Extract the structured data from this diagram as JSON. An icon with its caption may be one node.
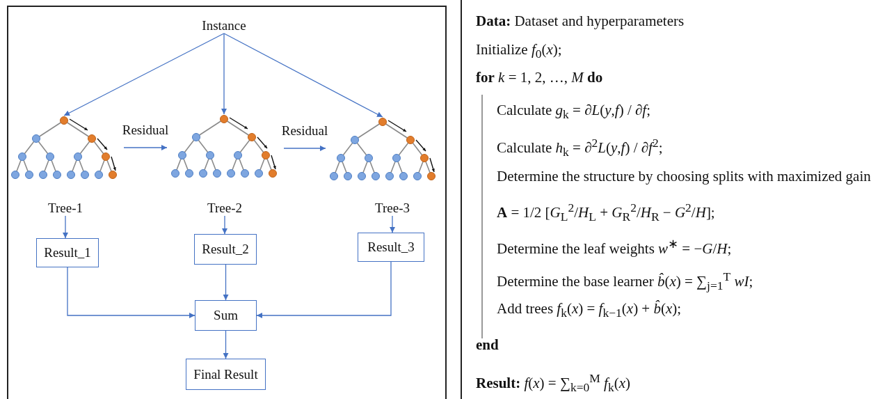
{
  "diagram": {
    "nodes": [
      {
        "text": [
          "Instance"
        ]
      },
      {
        "text": [],
        "shape": "picture"
      },
      {
        "text": [],
        "shape": "picture"
      },
      {
        "text": [],
        "shape": "picture"
      },
      {
        "text": [
          "Tree-1"
        ]
      },
      {
        "text": [
          "Tree-2"
        ]
      },
      {
        "text": [
          "Tree-3"
        ]
      },
      {
        "text": [
          "Result_1"
        ]
      },
      {
        "text": [
          "Result_2"
        ]
      },
      {
        "text": [
          "Result_3"
        ]
      },
      {
        "text": [
          "Sum"
        ]
      },
      {
        "text": [
          "Final Result"
        ]
      }
    ],
    "edges": [
      {
        "from": 0,
        "to": 1,
        "arrow": "to"
      },
      {
        "from": 0,
        "to": 2,
        "arrow": "to"
      },
      {
        "from": 0,
        "to": 3,
        "arrow": "to"
      },
      {
        "from": 1,
        "to": 2,
        "arrow": "to",
        "label": "Residual"
      },
      {
        "from": 2,
        "to": 3,
        "arrow": "to",
        "label": "Residual"
      },
      {
        "from": 4,
        "to": 7,
        "arrow": "to"
      },
      {
        "from": 5,
        "to": 8,
        "arrow": "to"
      },
      {
        "from": 6,
        "to": 9,
        "arrow": "to"
      },
      {
        "from": 7,
        "to": 10,
        "arrow": "to"
      },
      {
        "from": 8,
        "to": 10,
        "arrow": "to"
      },
      {
        "from": 9,
        "to": 10,
        "arrow": "to"
      },
      {
        "from": 10,
        "to": 11,
        "arrow": "to"
      }
    ],
    "labels": [
      "**Data:** Dataset and hyperparameters",
      "Initialize *f*$_{0}$(*x*);",
      "**for** *k* = 1, 2, …, *M* **do**",
      "Calculate *g*$_{k}$ = ∂*L*(*y*,*f*) / ∂*f*;",
      "Calculate *h*$_{k}$ = ∂$^{2}$*L*(*y*,*f*) / ∂*f*$^{2}$;",
      "Determine the structure by choosing splits with maximized gain",
      "**A** = 1/2 [*G*$_{L}$$^{2}$/*H*$_{L}$ + *G*$_{R}$$^{2}$/*H*$_{R}$ − *G*$^{2}$/*H*];",
      "Determine the leaf weights *w*$^{∗}$ = −*G*/*H*;",
      "Determine the base learner *b̂*(*x*) = ∑$_{j=1}$$^{T}$ *wI*;",
      "Add trees *f*$_{k}$(*x*) = *f*$_{k−1}$(*x*) + *b̂*(*x*);",
      "end",
      "**Result:** *f*(*x*) = ∑$_{k=0}$$^{M}$ *f*$_{k}$(*x*)"
    ]
  }
}
